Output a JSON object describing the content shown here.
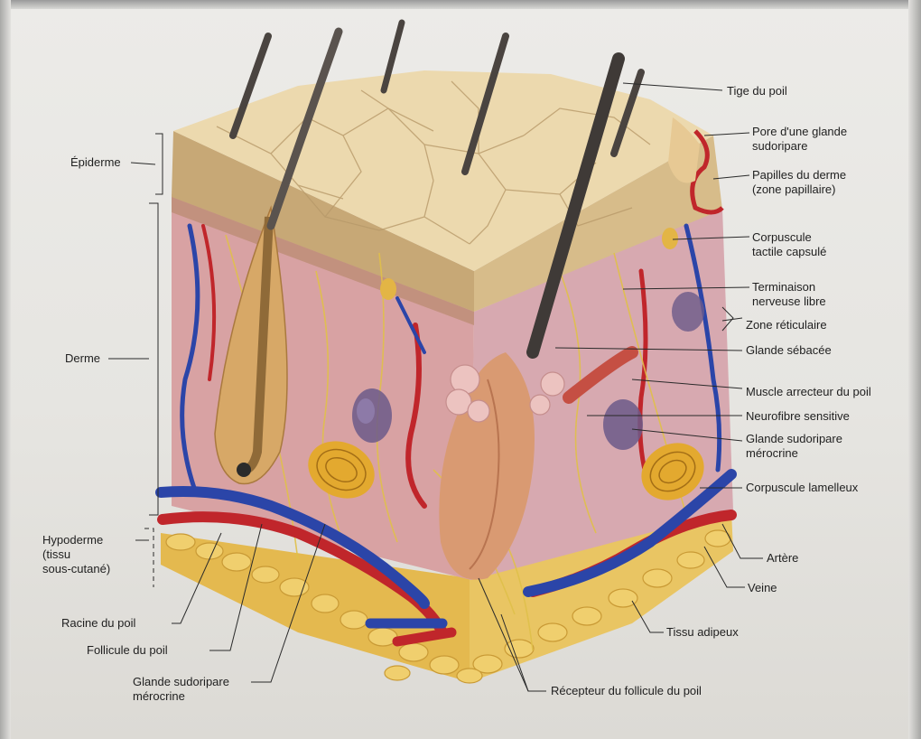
{
  "labels": {
    "tige": "Tige du poil",
    "pore": "Pore d'une glande\nsudoripare",
    "papilles": "Papilles du derme\n(zone papillaire)",
    "corpuscule_tactile": "Corpuscule\ntactile capsulé",
    "terminaison": "Terminaison\nnerveuse libre",
    "zone_reticulaire": "Zone réticulaire",
    "glande_sebacee": "Glande sébacée",
    "muscle": "Muscle arrecteur du poil",
    "neurofibre": "Neurofibre sensitive",
    "glande_merocrine_r": "Glande sudoripare\nmérocrine",
    "corpuscule_lamelleux": "Corpuscule lamelleux",
    "artere": "Artère",
    "veine": "Veine",
    "tissu_adipeux": "Tissu adipeux",
    "recepteur": "Récepteur du follicule du poil",
    "epiderme": "Épiderme",
    "derme": "Derme",
    "hypoderme": "Hypoderme\n(tissu\nsous-cutané)",
    "racine": "Racine du poil",
    "follicule": "Follicule du poil",
    "glande_merocrine_l": "Glande sudoripare\nmérocrine"
  },
  "colors": {
    "epidermis": "#e8d3a6",
    "dermis": "#d9a3a5",
    "fat": "#e8c15a",
    "artery": "#c0262b",
    "vein": "#2b45a8",
    "hair": "#4a4440",
    "nerve": "#e0c04a"
  }
}
